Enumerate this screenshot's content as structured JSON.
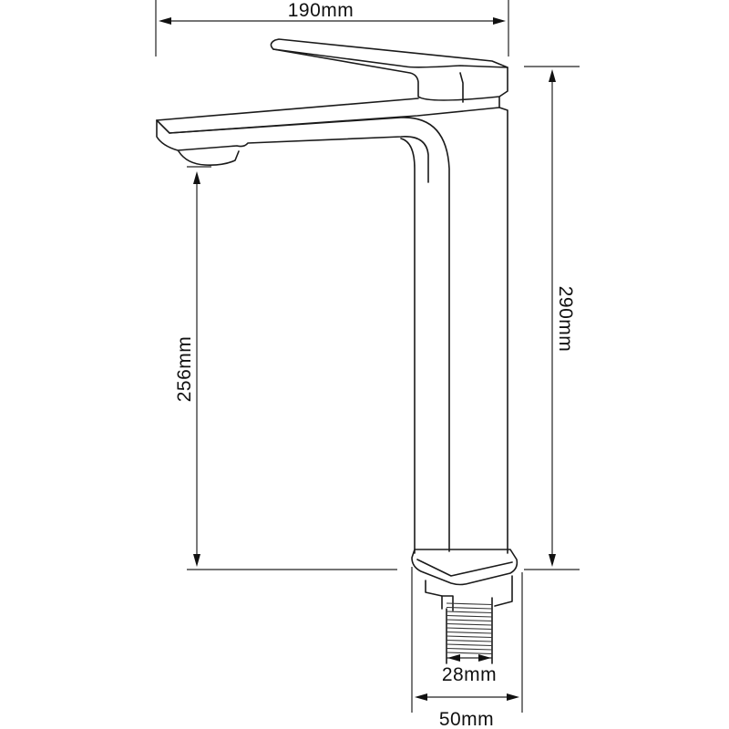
{
  "title": "Tall basin faucet dimension drawing",
  "dimensions": {
    "width": "190mm",
    "height_total": "290mm",
    "spout_height": "256mm",
    "thread_diameter": "28mm",
    "base_diameter": "50mm"
  },
  "colors": {
    "line": "#1a1a1a",
    "background": "#ffffff"
  }
}
